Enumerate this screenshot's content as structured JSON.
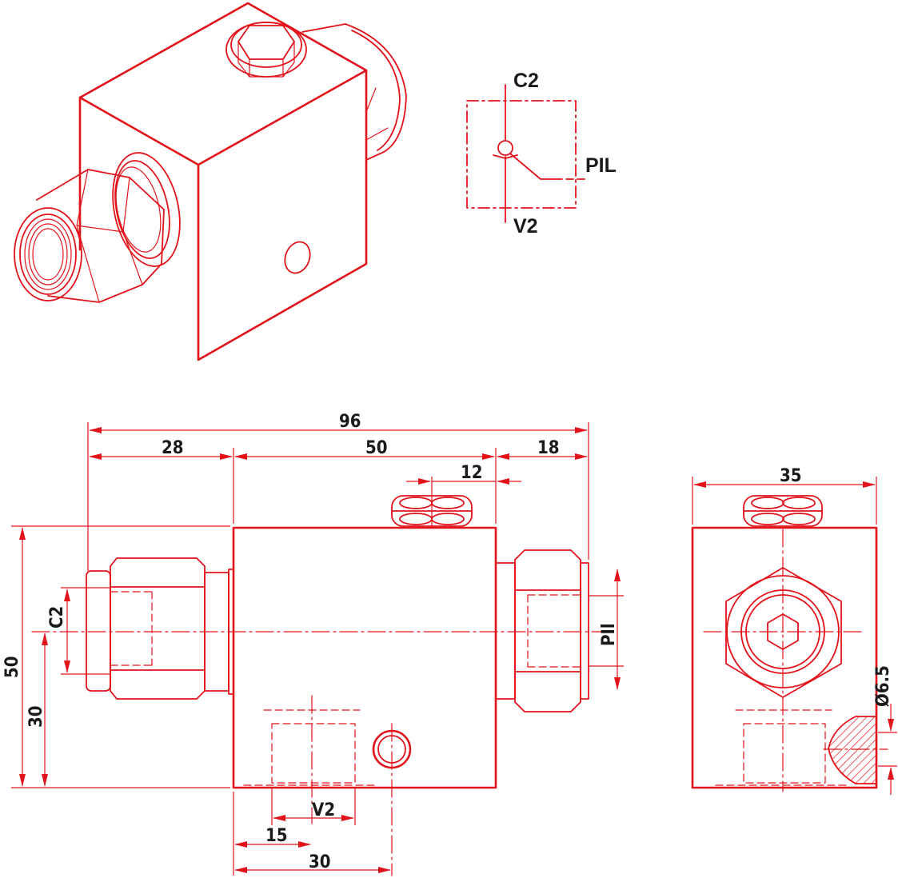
{
  "colors": {
    "line": "#e3131b",
    "background": "#ffffff"
  },
  "symbol": {
    "top_port": "C2",
    "bottom_port": "V2",
    "pilot_port": "PIL"
  },
  "dimensions": {
    "overall_length": "96",
    "c2_port_length": "28",
    "body_length": "50",
    "pil_port_length": "18",
    "plug_width": "12",
    "height": "50",
    "center_height": "30",
    "c2_label": "C2",
    "pil_label": "PIl",
    "v2_label": "V2",
    "v2_offset": "15",
    "v2_spacing": "30",
    "side_width": "35",
    "mount_hole": "Ø6.5"
  }
}
